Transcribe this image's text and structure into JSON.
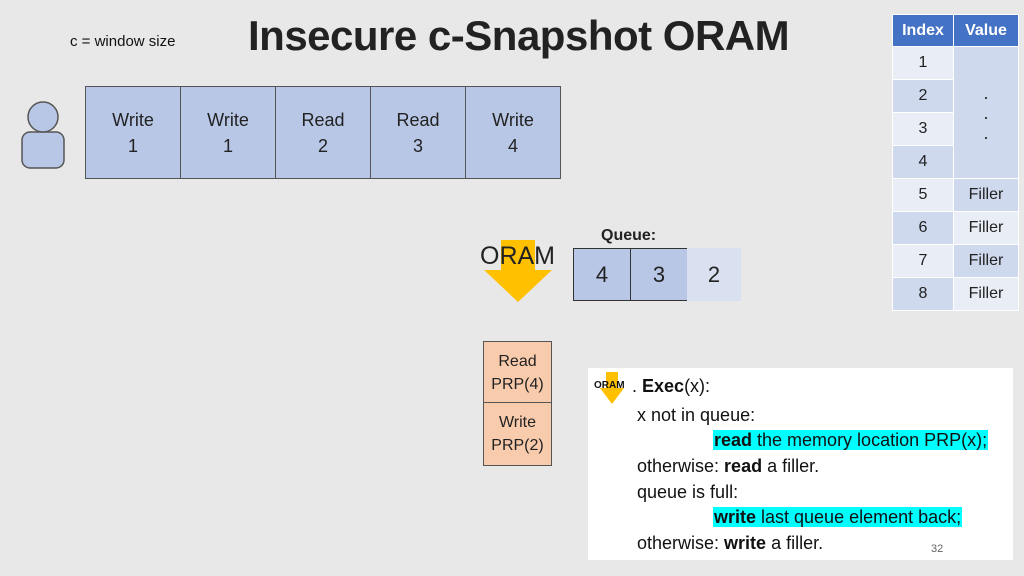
{
  "note": "c = window size",
  "title": "Insecure c-Snapshot ORAM",
  "operations": [
    {
      "op": "Write",
      "arg": "1"
    },
    {
      "op": "Write",
      "arg": "1"
    },
    {
      "op": "Read",
      "arg": "2"
    },
    {
      "op": "Read",
      "arg": "3"
    },
    {
      "op": "Write",
      "arg": "4"
    }
  ],
  "oram_label": "ORAM",
  "queue": {
    "label": "Queue:",
    "items": [
      "4",
      "3",
      "2"
    ]
  },
  "table": {
    "headers": [
      "Index",
      "Value"
    ],
    "indices": [
      "1",
      "2",
      "3",
      "4",
      "5",
      "6",
      "7",
      "8"
    ],
    "dots": ".\n.\n.",
    "values": [
      "Filler",
      "Filler",
      "Filler",
      "Filler"
    ]
  },
  "prp_ops": [
    {
      "line1": "Read",
      "line2": "PRP(4)"
    },
    {
      "line1": "Write",
      "line2": "PRP(2)"
    }
  ],
  "code": {
    "mini_oram": "ORAM",
    "exec_prefix": ". ",
    "exec_bold": "Exec",
    "exec_rest": "(x):",
    "line_not_in_queue": "x not in queue:",
    "read_bold": "read",
    "read_rest": " the memory location PRP(x);",
    "otherwise1_a": "otherwise: ",
    "otherwise1_b": "read",
    "otherwise1_c": " a filler.",
    "queue_full": "queue is full:",
    "write_bold": "write",
    "write_rest": " last queue element back;",
    "otherwise2_a": "otherwise: ",
    "otherwise2_b": "write",
    "otherwise2_c": " a filler."
  },
  "page_number": "32",
  "colors": {
    "op_fill": "#b8c7e6",
    "arrow": "#ffc000",
    "table_header": "#4472c4",
    "prp_fill": "#f8cbad",
    "highlight": "#00ffff"
  }
}
